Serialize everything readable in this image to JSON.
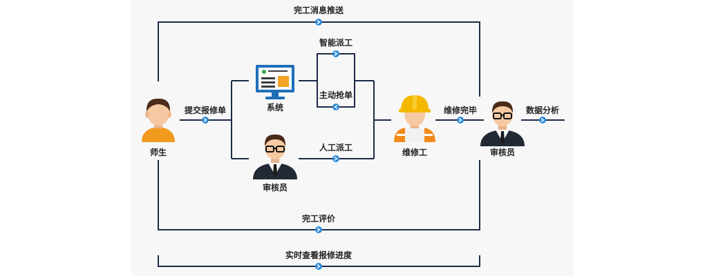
{
  "labels": {
    "notify": "完工消息推送",
    "report": "提交报修单",
    "teacher": "师生",
    "system": "系统",
    "smart_dispatch": "智能派工",
    "grab_order": "主动抢单",
    "manual_dispatch": "人工派工",
    "reviewer_left": "审核员",
    "repairman": "维修工",
    "repair_done": "维修完毕",
    "reviewer_right": "审核员",
    "data_analysis": "数据分析",
    "evaluation": "完工评价",
    "progress": "实时查看报修进度"
  },
  "colors": {
    "line": "#1b2a45",
    "arrow_dot": "#2a8ad8",
    "stage_bg": "#f7f7f8"
  },
  "icons": [
    "person-icon",
    "monitor-icon",
    "reviewer-icon",
    "worker-icon"
  ]
}
